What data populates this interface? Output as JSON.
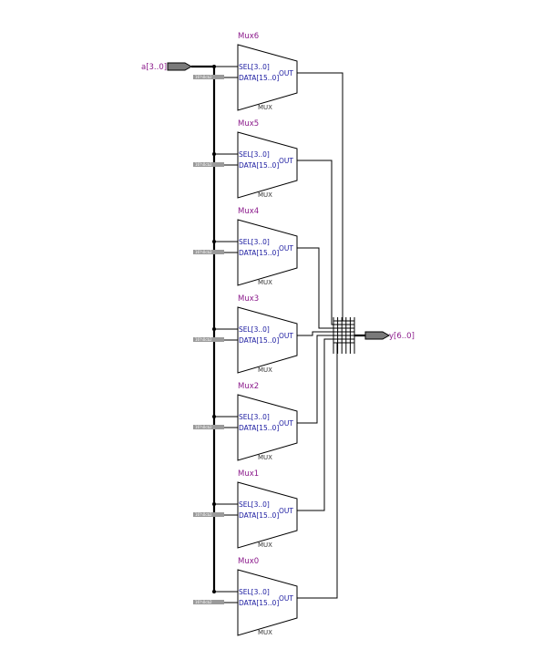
{
  "input_port": {
    "label": "a[3..0]"
  },
  "output_port": {
    "label": "y[6..0]"
  },
  "muxes": [
    {
      "name": "Mux6",
      "sel_label": "SEL[3..0]",
      "data_label": "DATA[15..0]",
      "out_label": "OUT",
      "type_label": "MUX",
      "const_label": "16'h0cb2"
    },
    {
      "name": "Mux5",
      "sel_label": "SEL[3..0]",
      "data_label": "DATA[15..0]",
      "out_label": "OUT",
      "type_label": "MUX",
      "const_label": "16'h0cb2"
    },
    {
      "name": "Mux4",
      "sel_label": "SEL[3..0]",
      "data_label": "DATA[15..0]",
      "out_label": "OUT",
      "type_label": "MUX",
      "const_label": "16'h0cb2"
    },
    {
      "name": "Mux3",
      "sel_label": "SEL[3..0]",
      "data_label": "DATA[15..0]",
      "out_label": "OUT",
      "type_label": "MUX",
      "const_label": "16'h0cb2"
    },
    {
      "name": "Mux2",
      "sel_label": "SEL[3..0]",
      "data_label": "DATA[15..0]",
      "out_label": "OUT",
      "type_label": "MUX",
      "const_label": "16'h0cb2"
    },
    {
      "name": "Mux1",
      "sel_label": "SEL[3..0]",
      "data_label": "DATA[15..0]",
      "out_label": "OUT",
      "type_label": "MUX",
      "const_label": "16'h0cb2"
    },
    {
      "name": "Mux0",
      "sel_label": "SEL[3..0]",
      "data_label": "DATA[15..0]",
      "out_label": "OUT",
      "type_label": "MUX",
      "const_label": "16'h0cb2"
    }
  ],
  "colors": {
    "label": "#8b1a8b",
    "port_text": "#1a1aa0",
    "const_block": "#9a9a9a",
    "pin_fill": "#7a7a7a"
  }
}
